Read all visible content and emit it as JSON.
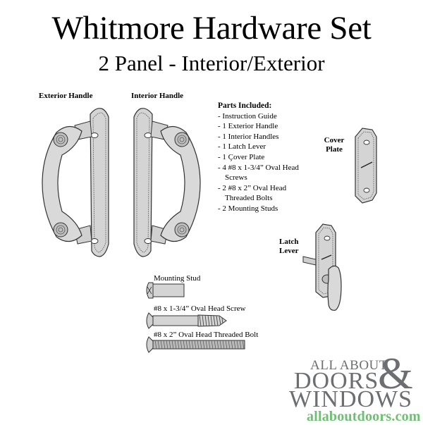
{
  "header": {
    "title": "Whitmore Hardware Set",
    "subtitle": "2 Panel - Interior/Exterior"
  },
  "labels": {
    "exterior_handle": "Exterior Handle",
    "interior_handle": "Interior Handle",
    "cover_plate_line1": "Cover",
    "cover_plate_line2": "Plate",
    "latch_lever_line1": "Latch",
    "latch_lever_line2": "Lever"
  },
  "parts_list": {
    "heading": "Parts Included:",
    "items": [
      "- Instruction Guide",
      "- 1 Exterior Handle",
      "- 1 Interior Handles",
      "- 1 Latch Lever",
      "- 1 Çover Plate",
      "- 4 #8 x 1-3/4” Oval Head",
      "Screws",
      "- 2 #8 x 2” Oval Head",
      "Threaded Bolts",
      "- 2 Mounting Studs"
    ]
  },
  "fasteners": [
    {
      "label": "Mounting Stud",
      "icon": "mounting-stud-icon"
    },
    {
      "label": "#8 x 1-3/4” Oval Head Screw",
      "icon": "oval-head-screw-icon"
    },
    {
      "label": "#8 x 2” Oval Head Threaded Bolt",
      "icon": "threaded-bolt-icon"
    }
  ],
  "logo": {
    "line1": "ALL ABOUT",
    "line2": "DOORS",
    "ampersand": "&",
    "line3": "WINDOWS",
    "url": "allaboutdoors.com",
    "colors": {
      "gray": "#6d6e71",
      "green": "#6fbf73"
    }
  }
}
